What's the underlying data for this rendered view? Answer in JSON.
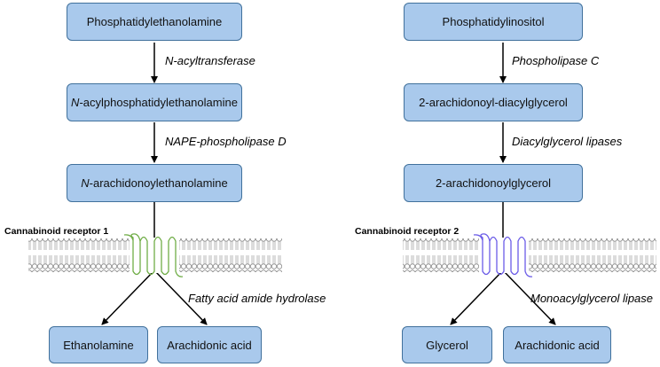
{
  "left": {
    "box1": "Phosphatidylethanolamine",
    "enzyme1": "N-acyltransferase",
    "box2_prefix": "N",
    "box2_rest": "-acylphosphatidylethanolamine",
    "enzyme2": "NAPE-phospholipase D",
    "box3_prefix": "N",
    "box3_rest": "-arachidonoylethanolamine",
    "receptor": "Cannabinoid receptor 1",
    "enzyme3": "Fatty acid amide hydrolase",
    "product1": "Ethanolamine",
    "product2": "Arachidonic acid",
    "receptor_color": "#70ad47"
  },
  "right": {
    "box1": "Phosphatidylinositol",
    "enzyme1": "Phospholipase C",
    "box2": "2-arachidonoyl-diacylglycerol",
    "enzyme2": "Diacylglycerol lipases",
    "box3": "2-arachidonoylglycerol",
    "receptor": "Cannabinoid receptor 2",
    "enzyme3": "Monoacylglycerol lipase",
    "product1": "Glycerol",
    "product2": "Arachidonic acid",
    "receptor_color": "#6b5ce7"
  }
}
